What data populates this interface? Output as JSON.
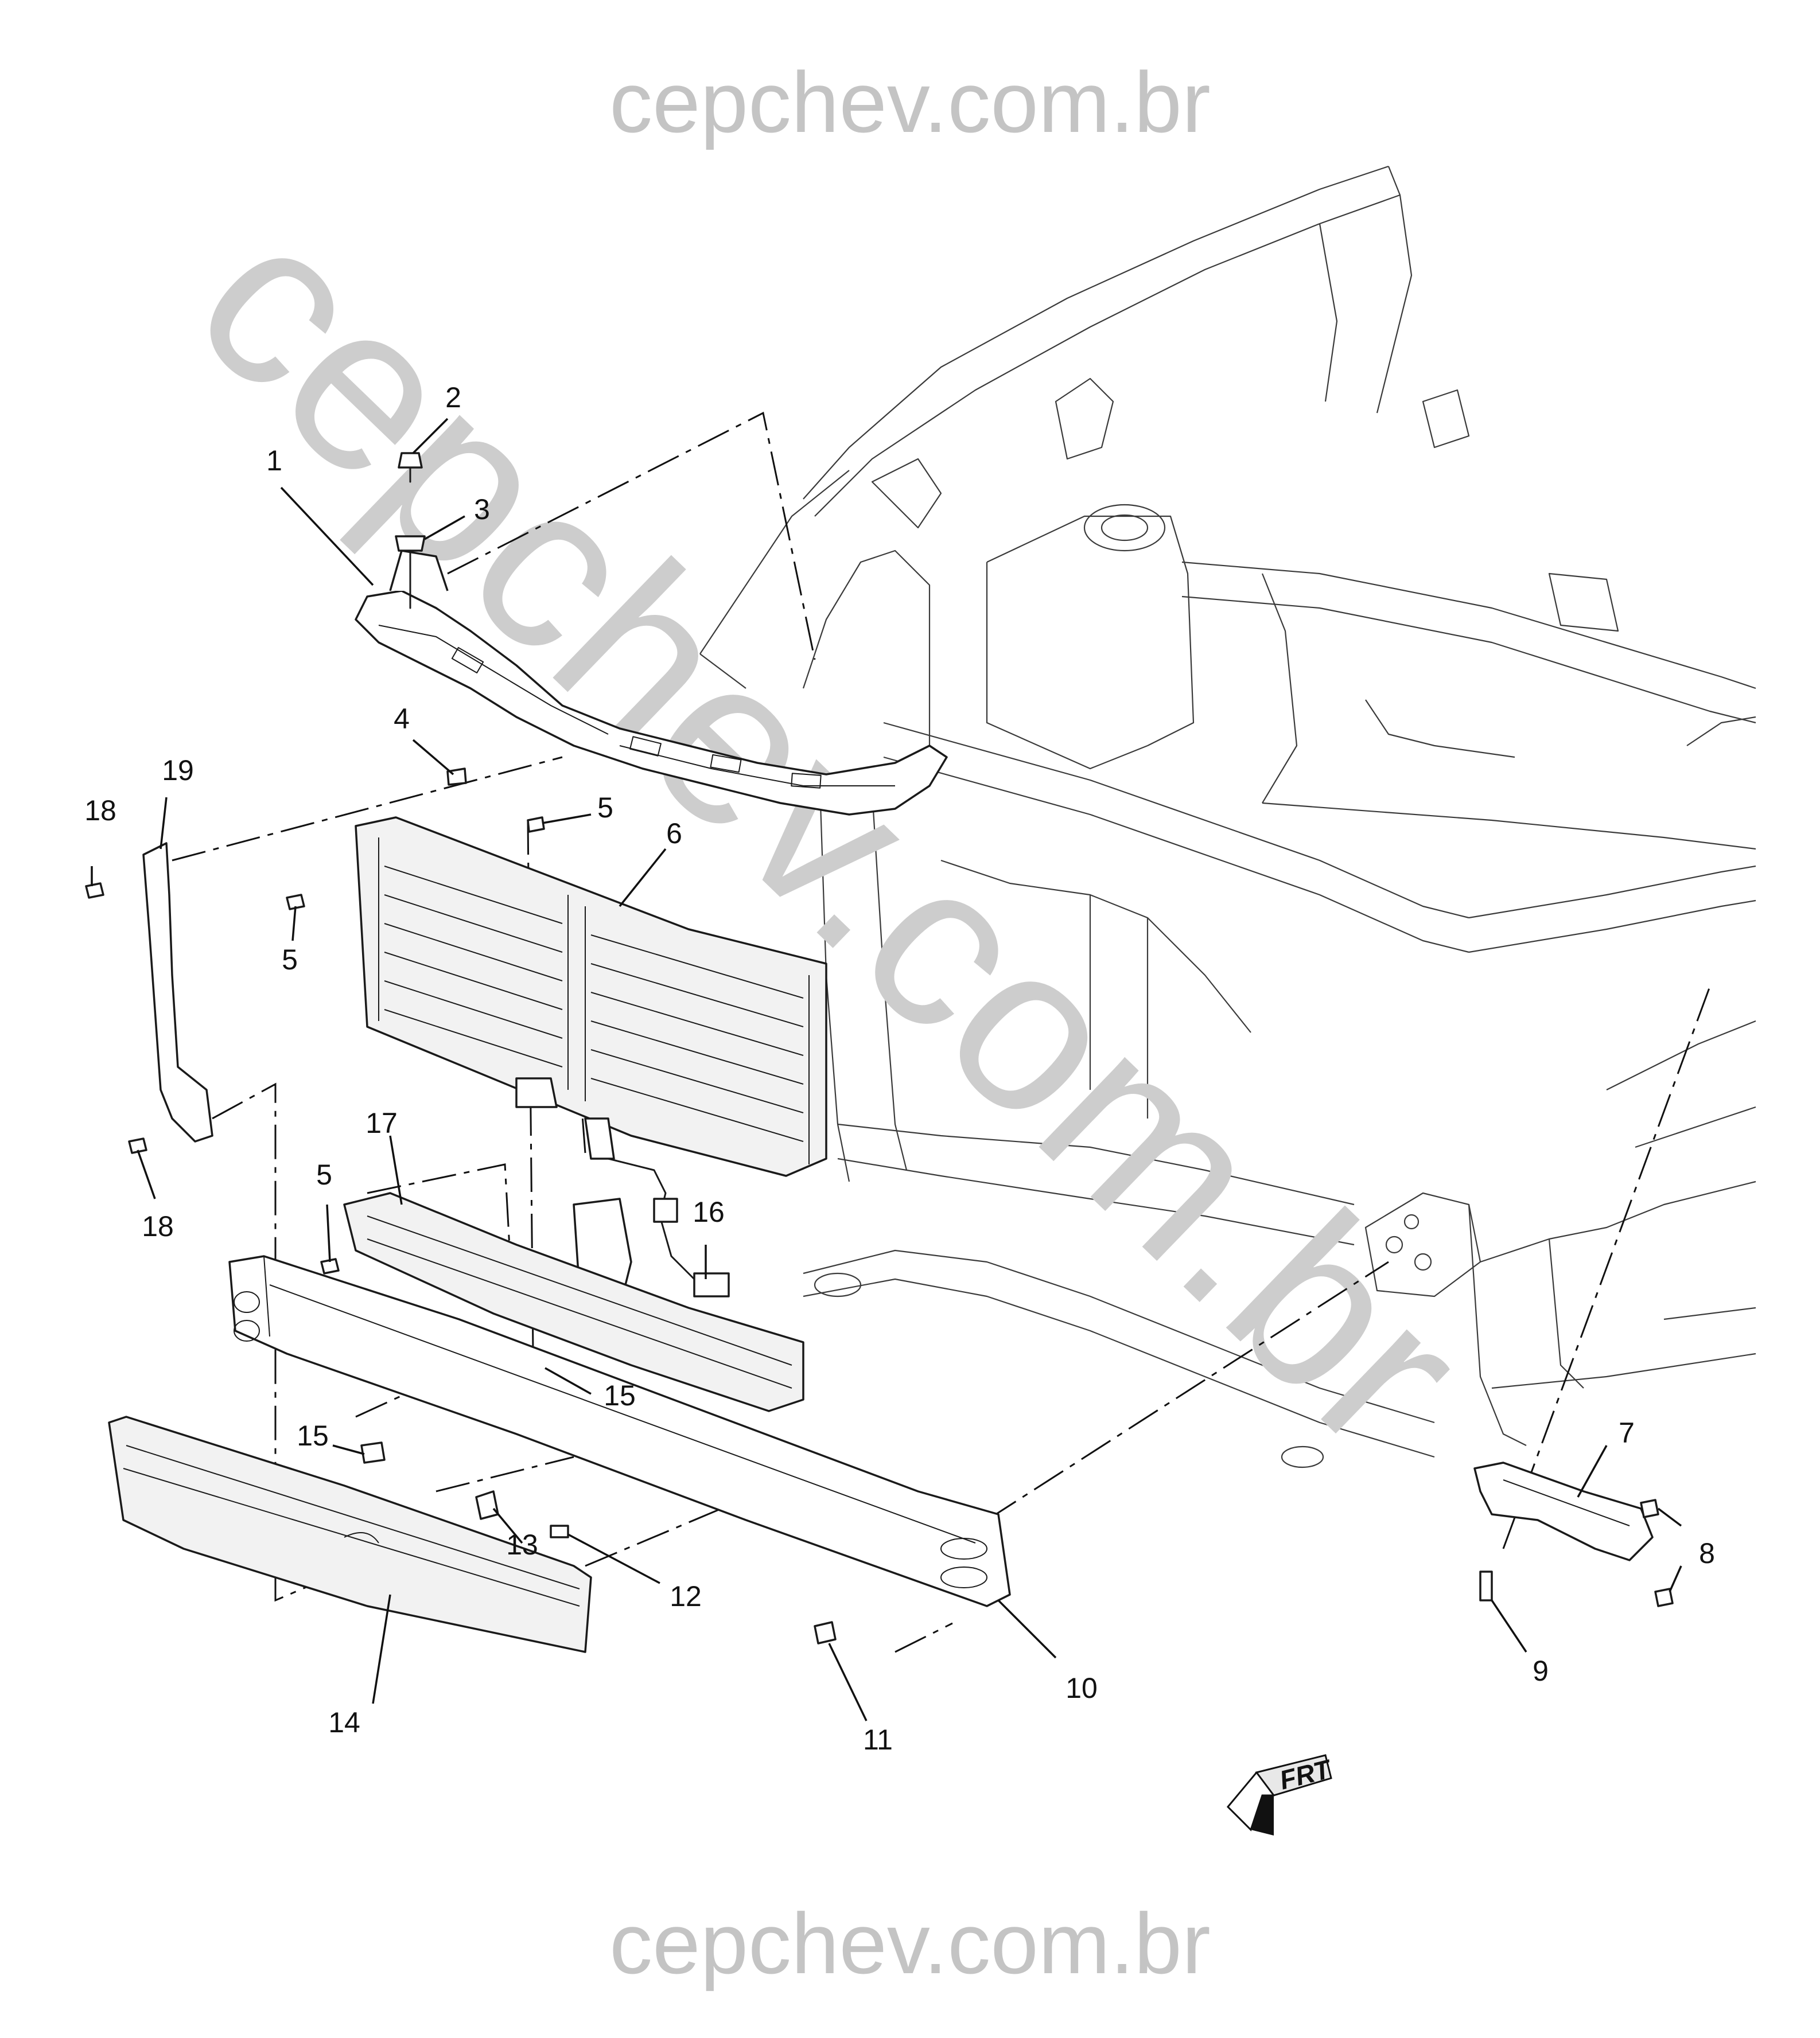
{
  "watermark": {
    "top": "cepchev.com.br",
    "bottom": "cepchev.com.br",
    "diagonal": "cepchev.com.br"
  },
  "callouts": [
    {
      "id": "c1",
      "label": "1"
    },
    {
      "id": "c2",
      "label": "2"
    },
    {
      "id": "c3",
      "label": "3"
    },
    {
      "id": "c4",
      "label": "4"
    },
    {
      "id": "c5a",
      "label": "5"
    },
    {
      "id": "c5b",
      "label": "5"
    },
    {
      "id": "c5c",
      "label": "5"
    },
    {
      "id": "c6",
      "label": "6"
    },
    {
      "id": "c7",
      "label": "7"
    },
    {
      "id": "c8",
      "label": "8"
    },
    {
      "id": "c9",
      "label": "9"
    },
    {
      "id": "c10",
      "label": "10"
    },
    {
      "id": "c11",
      "label": "11"
    },
    {
      "id": "c12",
      "label": "12"
    },
    {
      "id": "c13",
      "label": "13"
    },
    {
      "id": "c14",
      "label": "14"
    },
    {
      "id": "c15a",
      "label": "15"
    },
    {
      "id": "c15b",
      "label": "15"
    },
    {
      "id": "c16",
      "label": "16"
    },
    {
      "id": "c17",
      "label": "17"
    },
    {
      "id": "c18a",
      "label": "18"
    },
    {
      "id": "c18b",
      "label": "18"
    },
    {
      "id": "c19",
      "label": "19"
    }
  ],
  "direction_indicator": {
    "label": "FRT"
  }
}
